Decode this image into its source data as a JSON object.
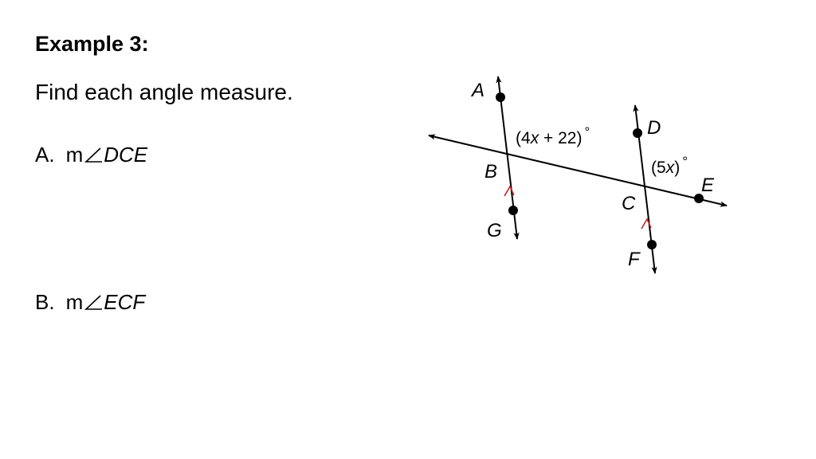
{
  "slide": {
    "title": "Example 3:",
    "instruction": "Find each angle measure.",
    "questions": [
      {
        "letter": "A.",
        "prefix": "m",
        "target": "DCE"
      },
      {
        "letter": "B.",
        "prefix": "m",
        "target": "ECF"
      }
    ]
  },
  "diagram": {
    "points": {
      "A": "A",
      "B": "B",
      "C": "C",
      "D": "D",
      "E": "E",
      "F": "F",
      "G": "G"
    },
    "angles": {
      "left_main": "(4",
      "left_var": "x",
      "left_rest": " + 22)",
      "right_open": "(5",
      "right_var": "x",
      "right_close": ")",
      "degree": "°"
    },
    "colors": {
      "line": "#000000",
      "parallel_mark": "#c0282d"
    },
    "icons": {
      "angle": "angle-icon",
      "parallel": "parallel-arrow-icon"
    }
  }
}
